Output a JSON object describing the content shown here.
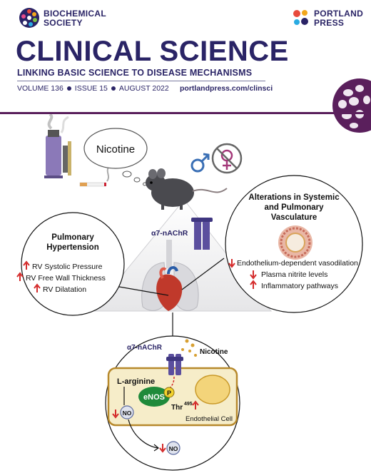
{
  "header": {
    "society_line1": "BIOCHEMICAL",
    "society_line2": "SOCIETY",
    "publisher_line1": "PORTLAND",
    "publisher_line2": "PRESS",
    "title": "CLINICAL SCIENCE",
    "subtitle": "LINKING BASIC SCIENCE TO DISEASE MECHANISMS",
    "volume": "VOLUME 136",
    "issue": "ISSUE 15",
    "date": "AUGUST 2022",
    "url": "portlandpress.com/clinsci"
  },
  "figure": {
    "nicotine_bubble": "Nicotine",
    "receptor_label": "α7-nAChR",
    "left_circle": {
      "title_line1": "Pulmonary",
      "title_line2": "Hypertension",
      "items": [
        "RV Systolic Pressure",
        "RV Free Wall Thickness",
        "RV Dilatation"
      ]
    },
    "right_circle": {
      "title_line1": "Alterations in Systemic",
      "title_line2": "and Pulmonary",
      "title_line3": "Vasculature",
      "items": [
        "Endothelium-dependent vasodilation",
        "Plasma nitrite levels",
        "Inflammatory pathways"
      ]
    },
    "bottom_circle": {
      "receptor_label": "α7-nAChR",
      "nicotine_label": "Nicotine",
      "l_arginine": "L-arginine",
      "enos": "eNOS",
      "p": "P",
      "thr": "Thr",
      "thr_sup": "495",
      "no_inner": "NO",
      "no_outer": "NO",
      "cell_label": "Endothelial Cell"
    },
    "colors": {
      "navy": "#2a2466",
      "purple": "#5a1f5c",
      "red_arrow": "#d42a2a",
      "enos_green": "#1f8a3a",
      "cell_fill": "#f6edc9",
      "cell_border": "#b7892c"
    }
  }
}
